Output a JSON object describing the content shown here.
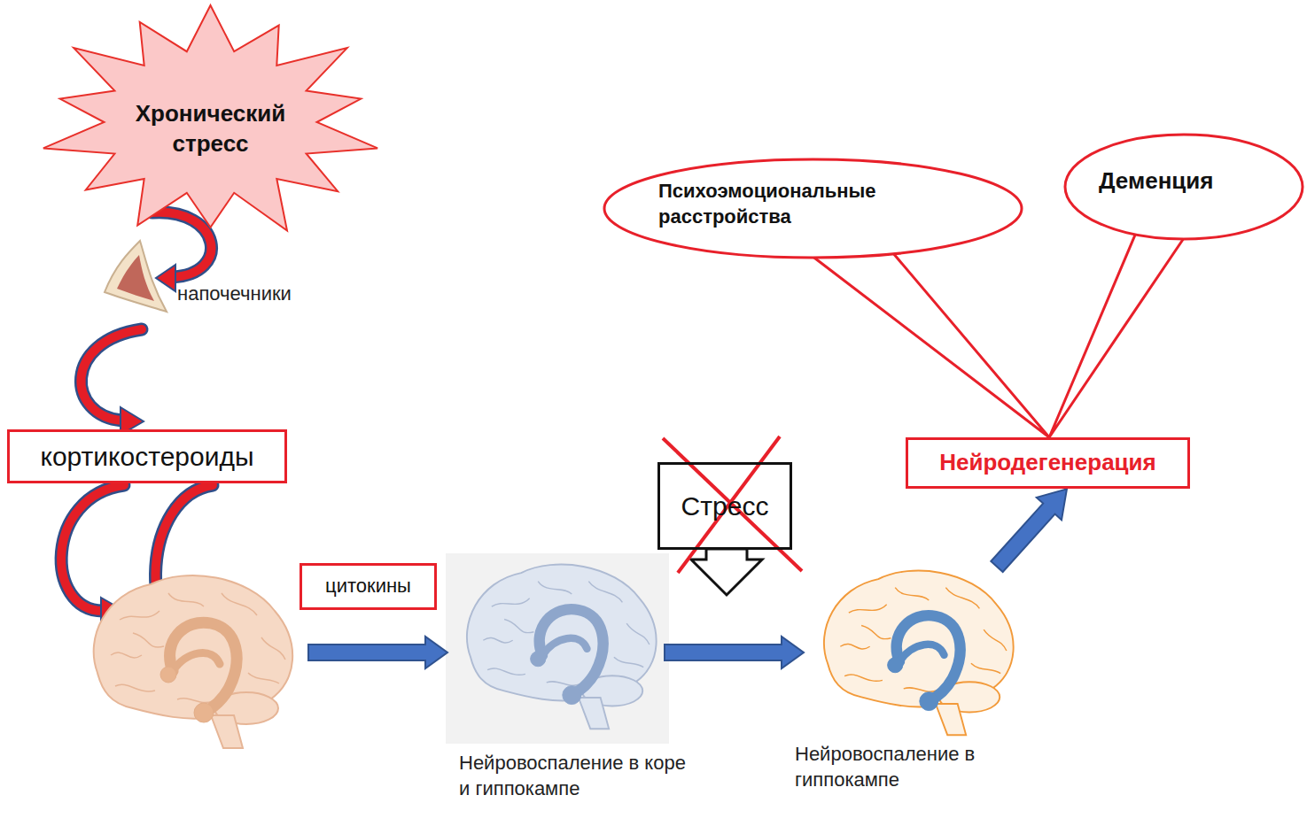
{
  "diagram": {
    "nodes": [
      {
        "text": [
          "Хронический стресс"
        ]
      },
      {
        "text": [
          "кортикостероиды"
        ]
      },
      {
        "text": [
          "цитокины"
        ]
      },
      {
        "text": [
          "Стресс"
        ]
      },
      {
        "text": [
          "Нейродегенерация"
        ]
      },
      {
        "text": [
          "Психоэмоциональные расстройства"
        ]
      },
      {
        "text": [
          "Деменция"
        ]
      }
    ],
    "edges": [
      {
        "from": 5,
        "to": 4,
        "arrow": "none"
      },
      {
        "from": 6,
        "to": 4,
        "arrow": "none"
      }
    ],
    "labels": [
      "напочечники",
      "Нейровоспаление в коре и гиппокампе",
      "Нейровоспаление в гиппокампе"
    ]
  }
}
